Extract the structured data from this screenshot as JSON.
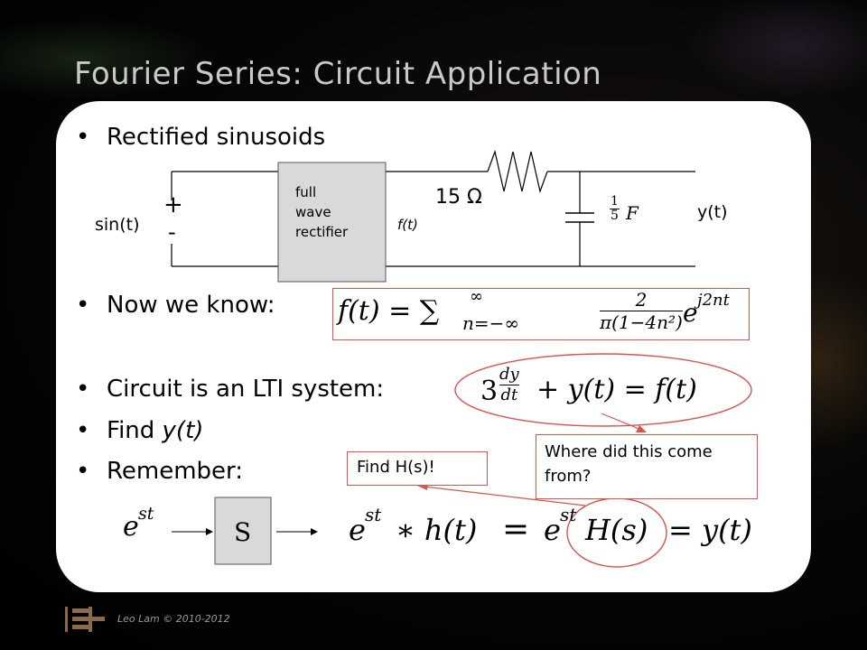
{
  "slide": {
    "title": "Fourier Series: Circuit Application",
    "footer": "Leo Lam © 2010-2012"
  },
  "bullets": {
    "b1": "Rectified sinusoids",
    "b2": "Now we know:",
    "b3": "Circuit is an LTI system:",
    "b4_prefix": "Find ",
    "b4_italic": "y(t)",
    "b5": "Remember:"
  },
  "circuit": {
    "source_label": "sin(t)",
    "plus": "+",
    "minus": "-",
    "rectifier": [
      "full",
      "wave",
      "rectifier"
    ],
    "ft_label": "f(t)",
    "resistor": "15 Ω",
    "capacitor_num": "1",
    "capacitor_den": "5",
    "capacitor_unit": "F",
    "output_label": "y(t)"
  },
  "equations": {
    "fourier_lhs": "f(t) = ∑",
    "sum_upper": "∞",
    "sum_lower": "n=−∞",
    "frac_num": "2",
    "frac_den": "π(1−4n²)",
    "exp_base": "e",
    "exp_power": "j2nt",
    "ode_coeff": "3",
    "ode_num": "dy",
    "ode_den": "dt",
    "ode_rest": "+ y(t) = f(t)",
    "est_base": "e",
    "est_power": "st",
    "system_label": "S",
    "conv_text": "∗ h(t)",
    "eq1": "=",
    "hs": "H(s)",
    "eq2": "= y(t)"
  },
  "callouts": {
    "where": "Where did this come from?",
    "find_hs": "Find H(s)!"
  },
  "colors": {
    "accent": "#d9534f",
    "title": "#c9c9c9",
    "rectifier_fill": "#d9d9d9"
  }
}
